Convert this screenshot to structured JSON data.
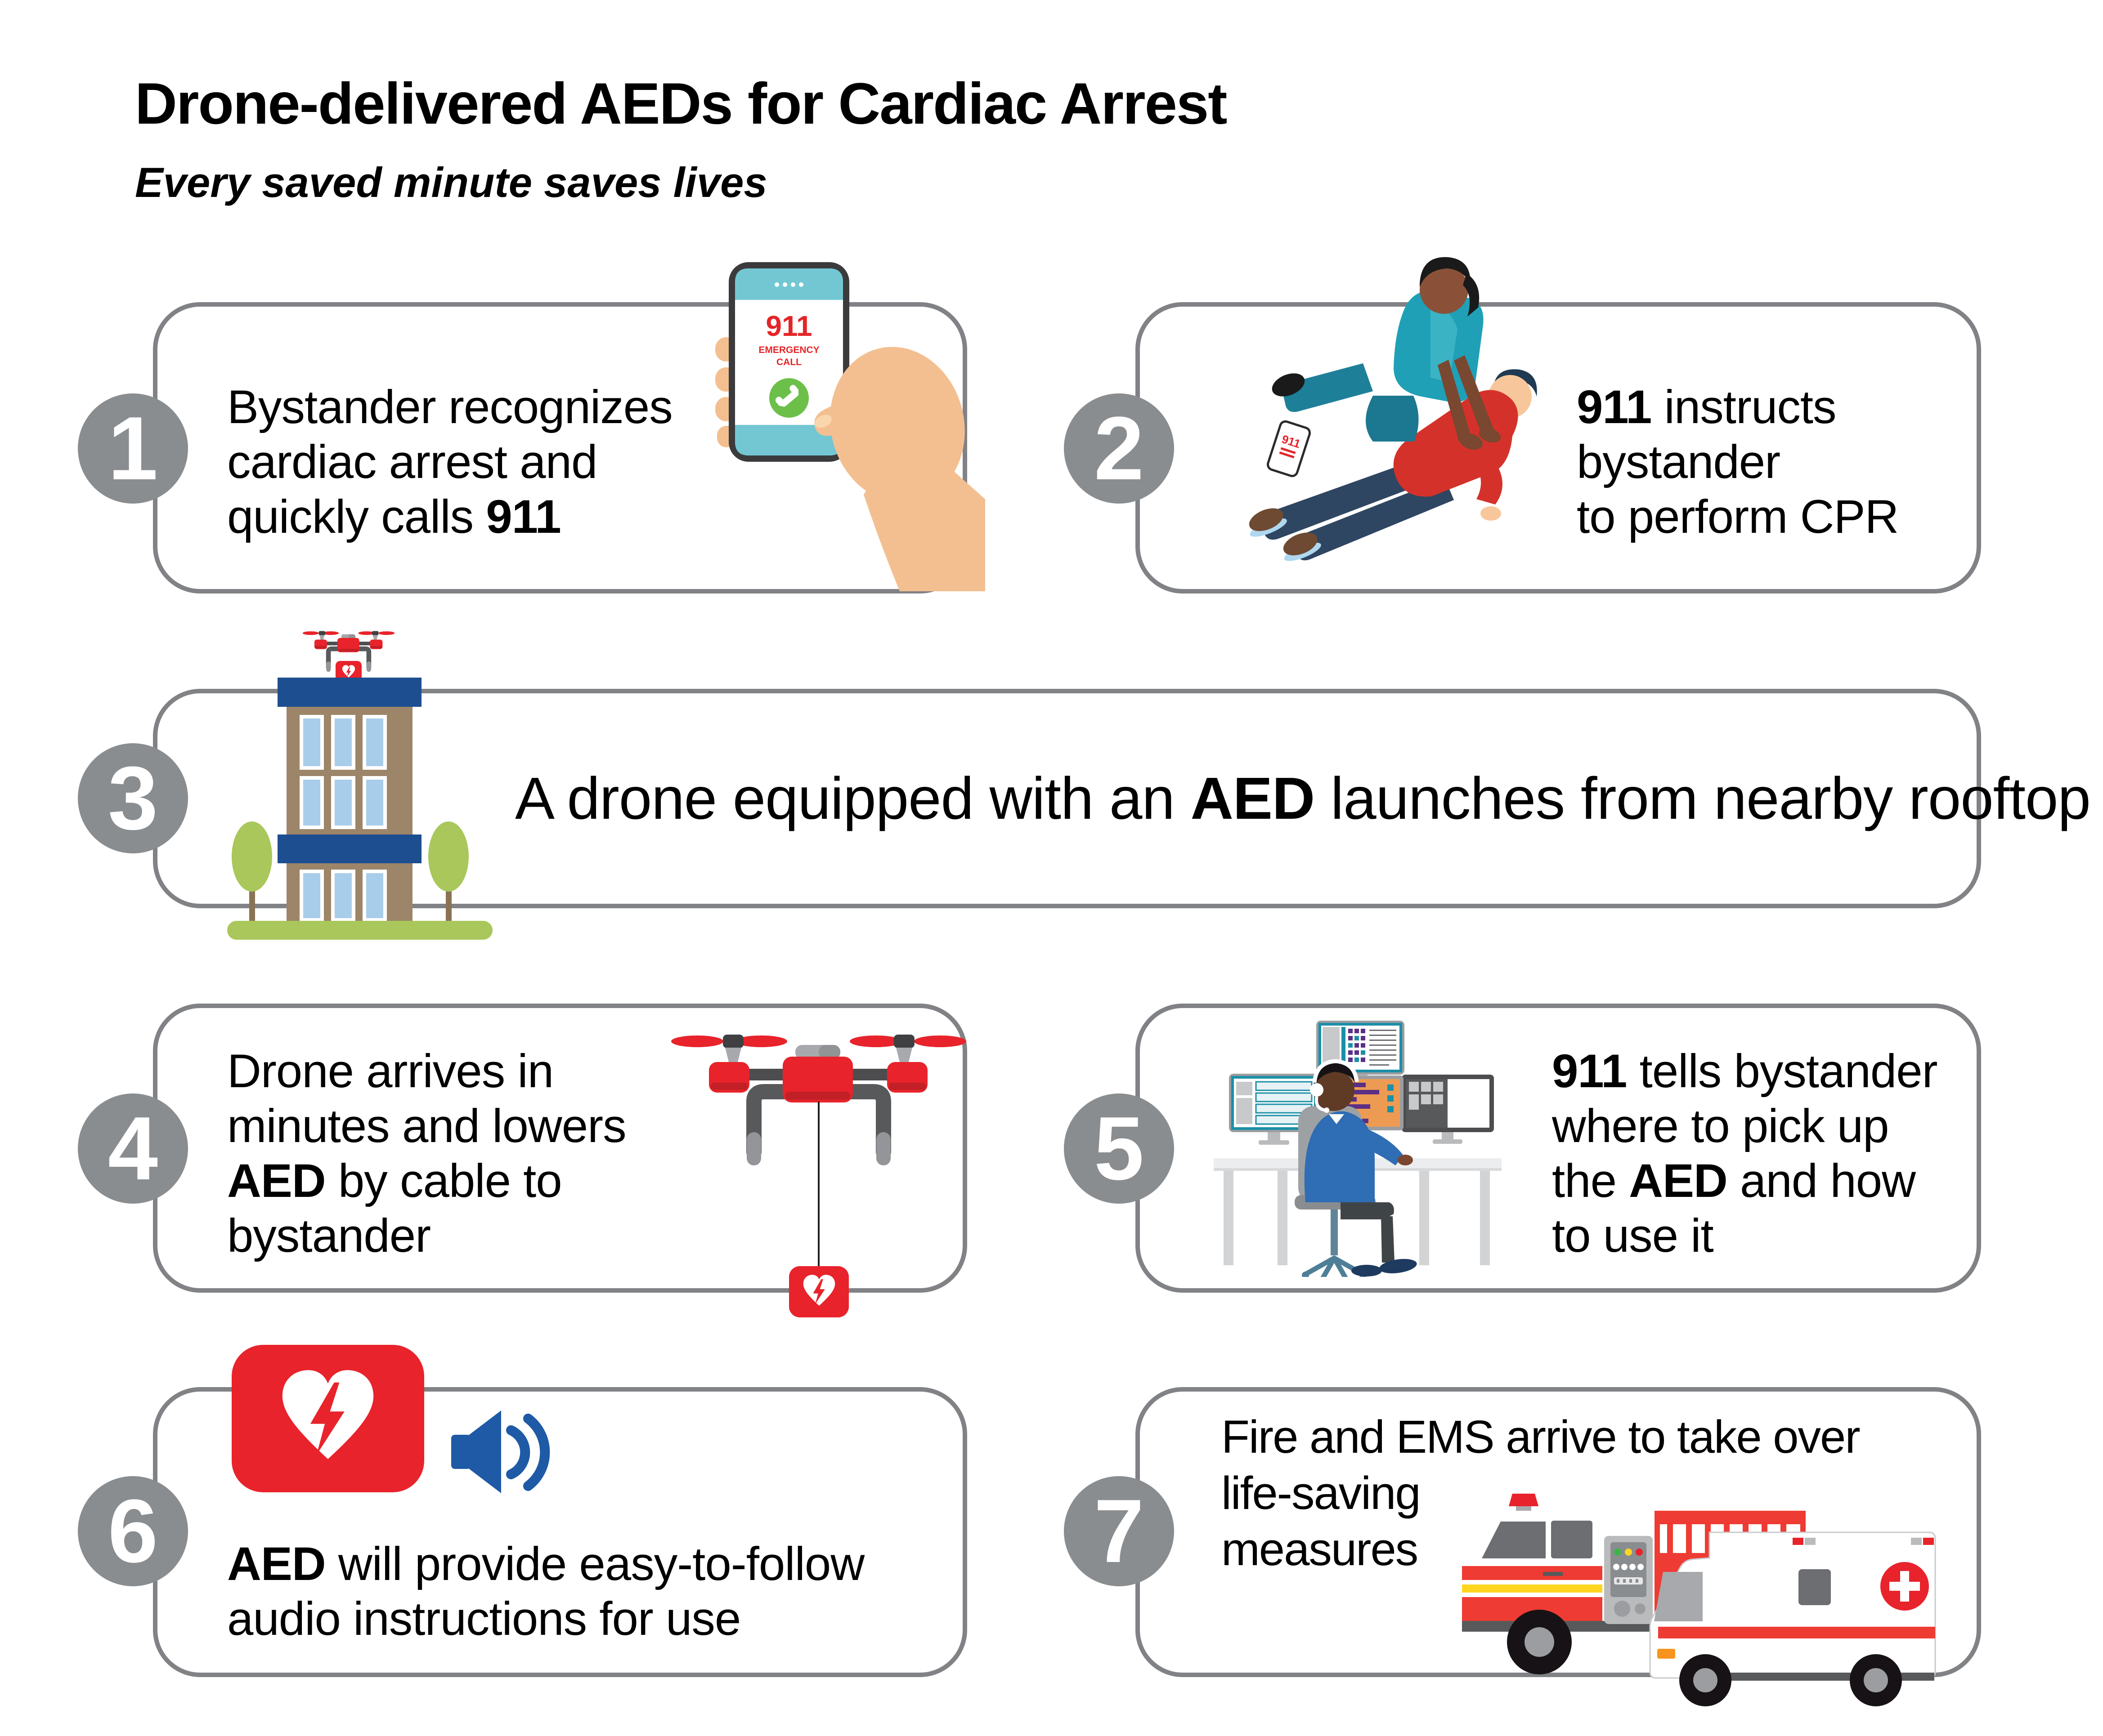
{
  "title": "Drone-delivered AEDs for Cardiac Arrest",
  "subtitle": "Every saved minute saves lives",
  "steps": {
    "s1": {
      "num": "1",
      "l1": "Bystander recognizes",
      "l2": "cardiac arrest and",
      "l3a": "quickly calls ",
      "l3b": "911"
    },
    "s2": {
      "num": "2",
      "l1a": "911",
      "l1b": " instructs",
      "l2": "bystander",
      "l3": "to perform CPR"
    },
    "s3": {
      "num": "3",
      "la": "A drone equipped with an ",
      "lb": "AED",
      "lc": " launches from nearby rooftop"
    },
    "s4": {
      "num": "4",
      "l1": "Drone arrives in",
      "l2": "minutes and lowers",
      "l3a": "AED",
      "l3b": " by cable to",
      "l4": "bystander"
    },
    "s5": {
      "num": "5",
      "l1a": "911",
      "l1b": " tells bystander",
      "l2": "where to pick up",
      "l3a": "the ",
      "l3b": "AED",
      "l3c": " and how",
      "l4": "to use it"
    },
    "s6": {
      "num": "6",
      "l1a": "AED",
      "l1b": " will provide easy-to-follow",
      "l2": "audio instructions for use"
    },
    "s7": {
      "num": "7",
      "l1": "Fire and EMS arrive to take over",
      "l2": "life-saving",
      "l3": "measures"
    }
  },
  "phone_screen": {
    "number": "911",
    "line1": "EMERGENCY",
    "line2": "CALL"
  },
  "ground_phone": {
    "number": "911"
  },
  "icons": {
    "call_button": "green-phone-handset",
    "aed": "heart-with-lightning-bolt",
    "speaker": "speaker-with-sound-waves",
    "drone": "quadcopter-drone"
  },
  "palette": {
    "red": "#E8232B",
    "dark_red": "#C21F26",
    "fire_red": "#EE3B33",
    "border_gray": "#808285",
    "badge_gray": "#8A8D90",
    "teal_shirt": "#1FA0B6",
    "phone_teal": "#73C7D3",
    "call_green": "#6CC04A",
    "skin": "#F4BF90",
    "dark_skin": "#7A4730",
    "jeans_navy": "#2E4661",
    "building_tan": "#9C8568",
    "band_blue": "#1D4E8F",
    "window_blue": "#A8CDEA",
    "tree_green": "#A9C75B",
    "speaker_blue": "#1E5AA5",
    "monitor_teal": "#1C8FA8",
    "monitor_orange": "#ED9B53",
    "sweater_blue": "#2F6DB5",
    "stripe_yellow": "#FFD520",
    "text_black": "#000000"
  }
}
